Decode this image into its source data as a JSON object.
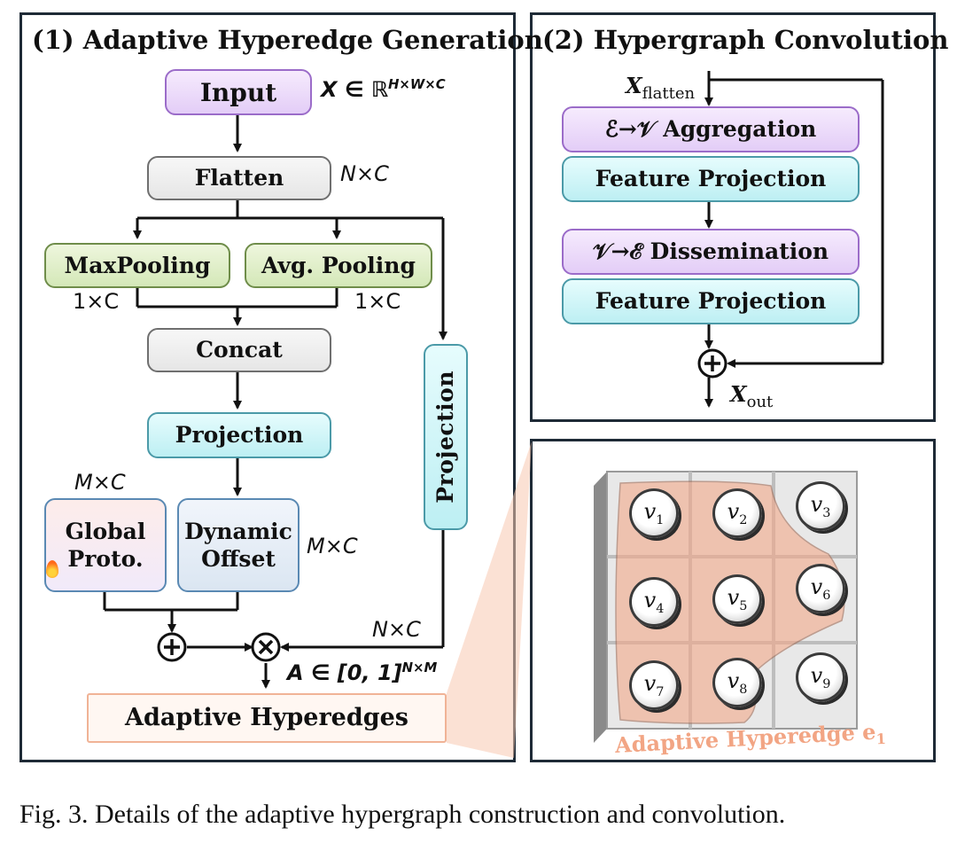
{
  "panel1": {
    "title": "(1) Adaptive Hyperedge Generation",
    "input": "Input",
    "input_anno": "X ∈ ℝ^{H×W×C}",
    "flatten": "Flatten",
    "flatten_anno": "N×C",
    "maxpool": "MaxPooling",
    "maxpool_anno": "1×C",
    "avgpool": "Avg. Pooling",
    "avgpool_anno": "1×C",
    "concat": "Concat",
    "projection": "Projection",
    "global_line1": "Global",
    "global_line2": "Proto.",
    "global_anno": "M×C",
    "dynamic_line1": "Dynamic",
    "dynamic_line2": "Offset",
    "dynamic_anno": "M×C",
    "side_projection": "Projection",
    "side_anno": "N×C",
    "a_anno": "A ∈ [0, 1]^{N×M}",
    "output": "Adaptive Hyperedges"
  },
  "panel2": {
    "title": "(2) Hypergraph Convolution",
    "x_in": "X",
    "x_in_sub": "flatten",
    "agg": "ℰ→𝒱 Aggregation",
    "proj1": "Feature Projection",
    "diss": "𝒱→ℰ Dissemination",
    "proj2": "Feature Projection",
    "x_out": "X",
    "x_out_sub": "out"
  },
  "panel3": {
    "nodes": [
      "v1",
      "v2",
      "v3",
      "v4",
      "v5",
      "v6",
      "v7",
      "v8",
      "v9"
    ],
    "label": "Adaptive Hyperedge e",
    "label_sub": "1",
    "highlight_color": "#f3a98a"
  },
  "caption": "Fig. 3.  Details of the adaptive hypergraph construction and convolution."
}
